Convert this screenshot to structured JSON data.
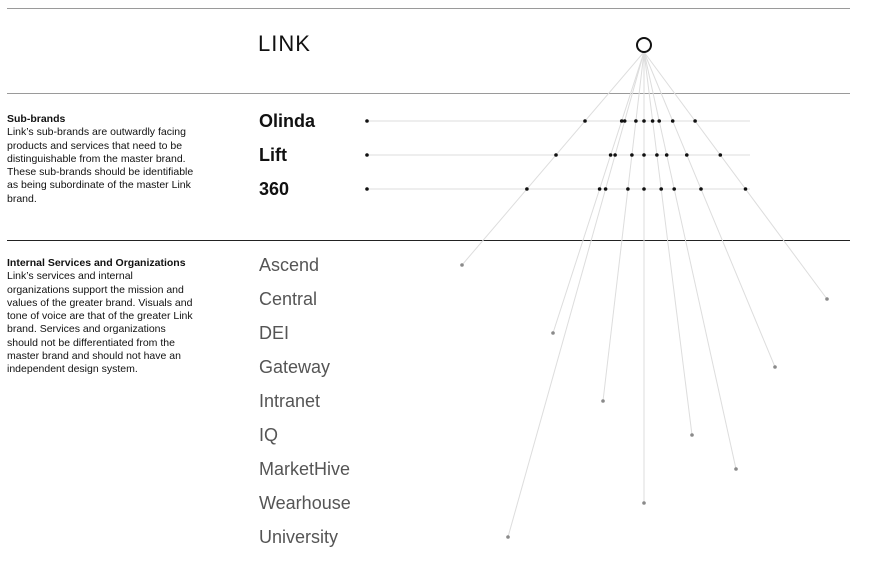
{
  "header": {
    "logo_text": "LINK",
    "master_node_icon": "circle-outline-icon"
  },
  "sub_brands": {
    "heading": "Sub-brands",
    "description": "Link’s sub-brands are outwardly facing products and services that need to be distinguishable from the master brand. These sub-brands should be identifiable as being subordinate of the master Link brand.",
    "items": [
      {
        "label": "Olinda"
      },
      {
        "label": "Lift"
      },
      {
        "label": "360"
      }
    ]
  },
  "internal": {
    "heading": "Internal Services and Organizations",
    "description": "Link’s services and internal organizations support the mission and values of the greater brand. Visuals and tone of voice are that of the greater Link brand. Services and organizations should not be differentiated from the master brand and should not have an independent design system.",
    "items": [
      {
        "label": "Ascend"
      },
      {
        "label": "Central"
      },
      {
        "label": "DEI"
      },
      {
        "label": "Gateway"
      },
      {
        "label": "Intranet"
      },
      {
        "label": "IQ"
      },
      {
        "label": "MarketHive"
      },
      {
        "label": "Wearhouse"
      },
      {
        "label": "University"
      }
    ]
  },
  "colors": {
    "line": "#dddddd",
    "sub_dot": "#111111",
    "svc_dot": "#8a8a8a",
    "rule_thin": "#9a9a9a",
    "rule_thick": "#222222"
  }
}
